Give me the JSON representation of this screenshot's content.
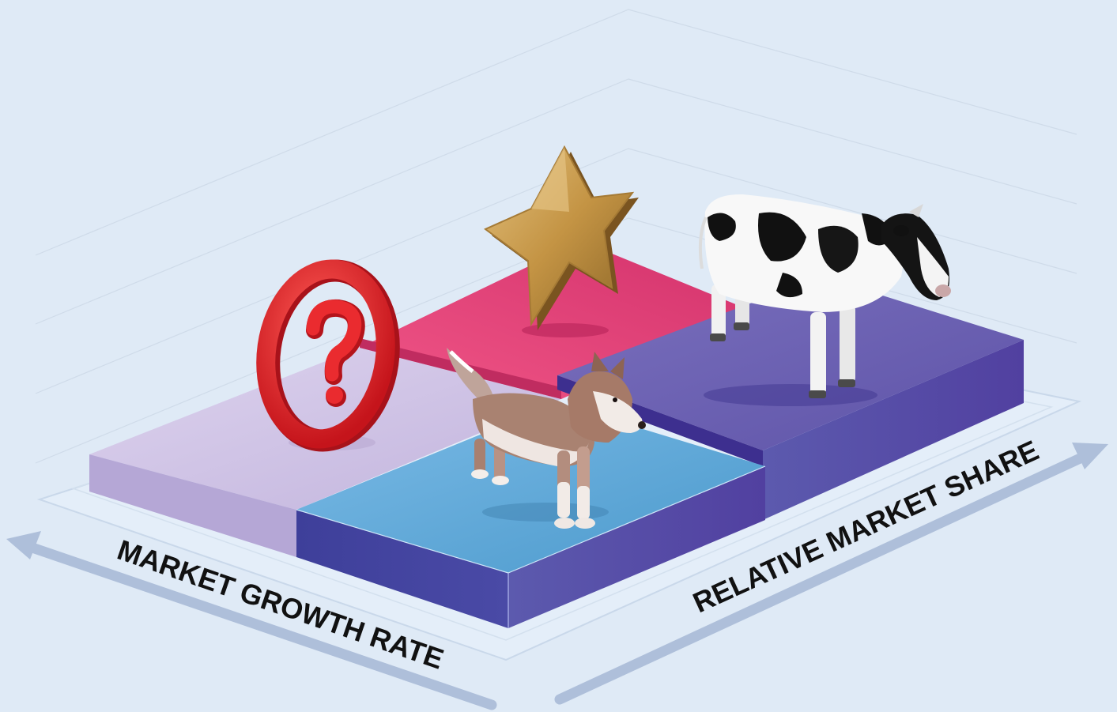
{
  "diagram": {
    "axes": {
      "x_label": "MARKET GROWTH RATE",
      "y_label": "RELATIVE MARKET SHARE"
    },
    "quadrants": [
      {
        "id": "question-mark",
        "icon": "question-mark-icon",
        "top_color": "#cdbfe2",
        "side_color": "#b3a4d4"
      },
      {
        "id": "star",
        "icon": "star-icon",
        "top_color": "#e8457a",
        "side_color": "#c72f63"
      },
      {
        "id": "dog",
        "icon": "dog-icon",
        "top_color": "#62aee0",
        "side_color": "#4848a4"
      },
      {
        "id": "cash-cow",
        "icon": "cow-icon",
        "top_color": "#6a63b0",
        "side_color": "#583f9d"
      }
    ],
    "colors": {
      "background": "#dfeaf6",
      "arrow": "#aebfda",
      "question_mark_red": "#e1262b",
      "star_gold": "#c69b50"
    }
  }
}
